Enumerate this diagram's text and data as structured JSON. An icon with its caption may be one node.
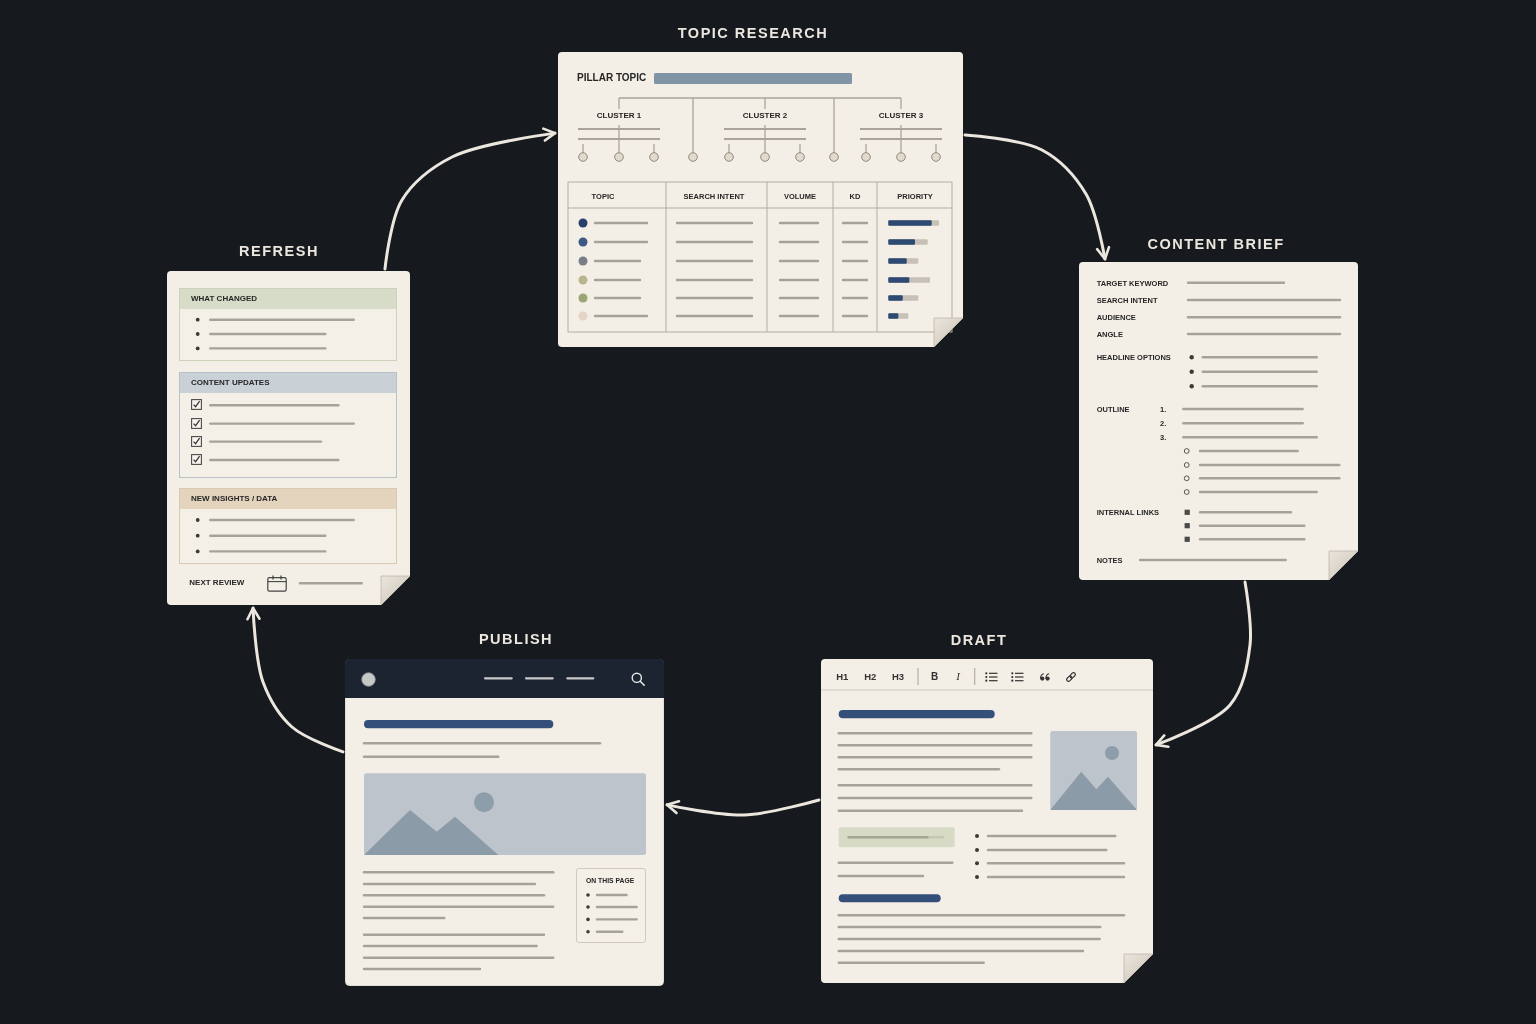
{
  "diagram": {
    "nodes": [
      {
        "text": [
          "TOPIC RESEARCH",
          "PILLAR TOPIC",
          "CLUSTER 1",
          "CLUSTER 2",
          "CLUSTER 3",
          "TOPIC",
          "SEARCH INTENT",
          "VOLUME",
          "KD",
          "PRIORITY"
        ]
      },
      {
        "text": [
          "CONTENT BRIEF",
          "TARGET KEYWORD",
          "SEARCH INTENT",
          "AUDIENCE",
          "ANGLE",
          "HEADLINE OPTIONS",
          "OUTLINE",
          "1.",
          "2.",
          "3.",
          "INTERNAL LINKS",
          "NOTES"
        ]
      },
      {
        "text": [
          "DRAFT",
          "H1",
          "H2",
          "H3",
          "B",
          "I"
        ]
      },
      {
        "text": [
          "PUBLISH"
        ]
      },
      {
        "text": [
          "ON THIS PAGE"
        ],
        "in": 3
      },
      {
        "text": [
          "REFRESH",
          "NEXT REVIEW"
        ]
      },
      {
        "text": [
          "WHAT CHANGED"
        ],
        "in": 5
      },
      {
        "text": [
          "CONTENT UPDATES"
        ],
        "in": 5
      },
      {
        "text": [
          "NEW INSIGHTS / DATA"
        ],
        "in": 5
      }
    ],
    "edges": [
      {
        "from": 0,
        "to": 1,
        "arrow": "to"
      },
      {
        "from": 1,
        "to": 2,
        "arrow": "to"
      },
      {
        "from": 2,
        "to": 3,
        "arrow": "to"
      },
      {
        "from": 3,
        "to": 5,
        "arrow": "to"
      },
      {
        "from": 5,
        "to": 0,
        "arrow": "to"
      }
    ]
  }
}
